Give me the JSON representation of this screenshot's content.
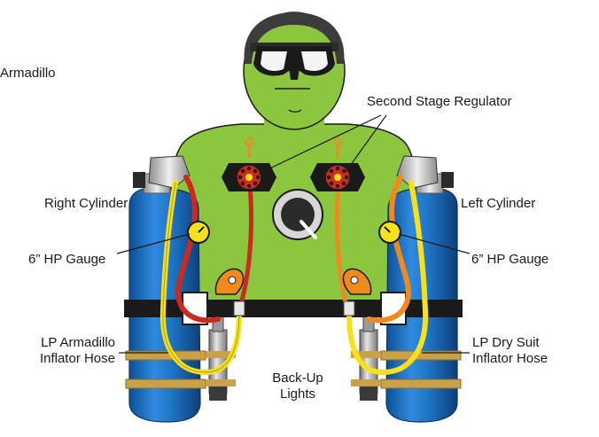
{
  "labels": {
    "armadillo": "Armadillo",
    "second_stage_regulator": "Second Stage Regulator",
    "right_cylinder": "Right Cylinder",
    "left_cylinder": "Left Cylinder",
    "hp_gauge_right": "6” HP Gauge",
    "hp_gauge_left": "6” HP Gauge",
    "lp_armadillo_line1": "LP Armadillo",
    "lp_armadillo_line2": "Inflator Hose",
    "lp_drysuit_line1": "LP Dry Suit",
    "lp_drysuit_line2": "Inflator Hose",
    "backup_line1": "Back-Up",
    "backup_line2": "Lights"
  },
  "colors": {
    "body": "#8cc63f",
    "cylinder": "#1f74c4",
    "hose_yellow": "#f7e11b",
    "hose_red": "#cc2a1e",
    "hose_orange": "#f08a1c",
    "strap": "#c8a24a",
    "harness": "#1a1a1a"
  }
}
